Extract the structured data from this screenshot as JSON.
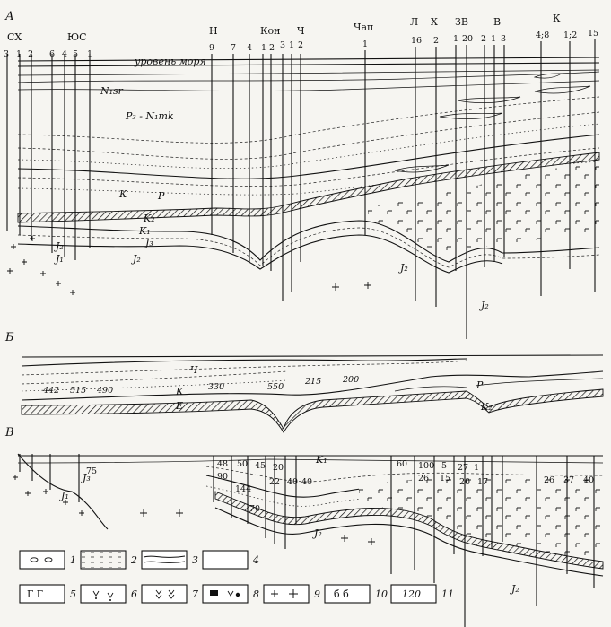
{
  "panels": {
    "a": {
      "letter": "А",
      "area_labels": [
        "СХ",
        "ЮС",
        "Н",
        "Кон",
        "Ч",
        "Чап",
        "Л",
        "Х",
        "ЗВ",
        "В",
        "К"
      ],
      "well_numbers": [
        "3",
        "1",
        "2",
        "6",
        "4",
        "5",
        "1",
        "9",
        "7",
        "4",
        "1",
        "2",
        "3",
        "1",
        "2",
        "1",
        "16",
        "2",
        "1",
        "20",
        "2",
        "1",
        "3",
        "4;8",
        "1;2",
        "15"
      ],
      "sea_level": "уровень моря",
      "formations": [
        "N₁sr",
        "P₃ - N₁mk",
        "К",
        "P",
        "K₂",
        "K₁",
        "J₃",
        "J₂",
        "J₁",
        "J₂",
        "J₂",
        "J₂"
      ]
    },
    "b": {
      "letter": "Б",
      "unit_labels": [
        "Ч",
        "К",
        "Е",
        "Р",
        "K₂"
      ],
      "thicknesses": [
        "442",
        "515",
        "490",
        "330",
        "550",
        "215",
        "200"
      ]
    },
    "c": {
      "letter": "В",
      "formation_labels": [
        "K₁",
        "J₃",
        "J₁",
        "J₂",
        "J₂"
      ],
      "values": [
        "75",
        "48",
        "50",
        "45",
        "20",
        "60",
        "100",
        "5",
        "27",
        "1",
        "26",
        "37",
        "40",
        "90",
        "40",
        "22",
        "40",
        "26",
        "15",
        "20",
        "17",
        "144",
        "70"
      ]
    }
  },
  "legend": {
    "items": [
      {
        "id": "1",
        "label": "1"
      },
      {
        "id": "2",
        "label": "2"
      },
      {
        "id": "3",
        "label": "3"
      },
      {
        "id": "4",
        "label": "4"
      },
      {
        "id": "5",
        "label": "5"
      },
      {
        "id": "6",
        "label": "6"
      },
      {
        "id": "7",
        "label": "7"
      },
      {
        "id": "8",
        "label": "8"
      },
      {
        "id": "9",
        "label": "9"
      },
      {
        "id": "10",
        "label": "10"
      },
      {
        "id": "11",
        "label": "11"
      }
    ],
    "box_text_5": "Г Г",
    "box_text_10": "б б",
    "box_text_11": "120"
  }
}
